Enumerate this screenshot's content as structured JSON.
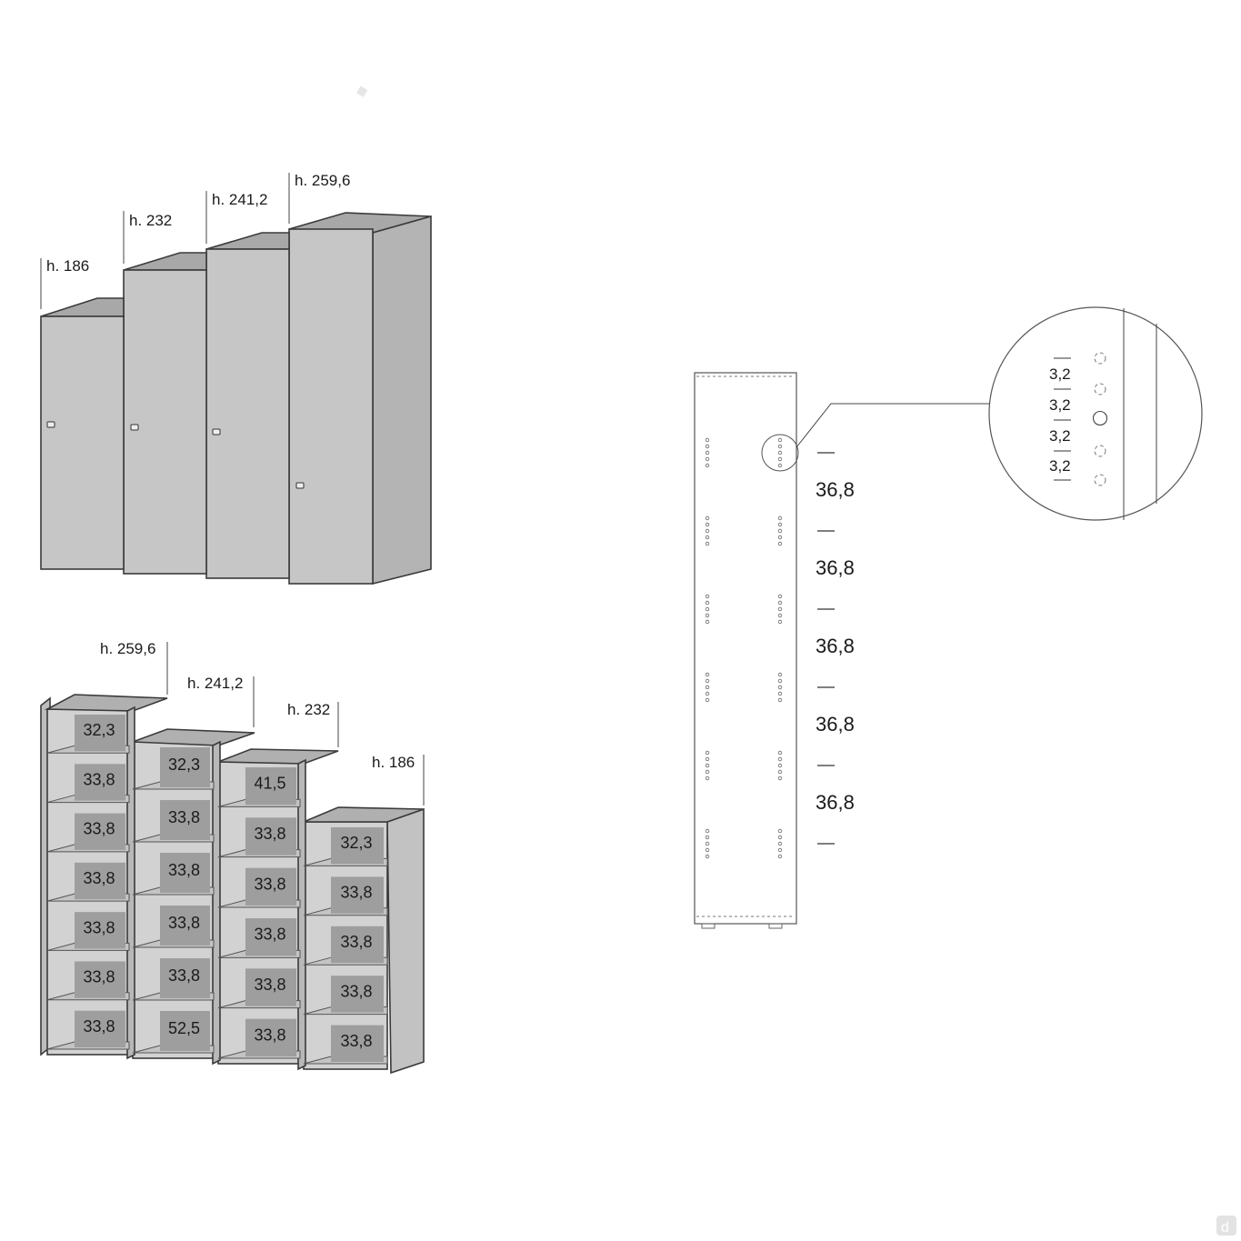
{
  "wardrobes": {
    "heights": [
      "h. 186",
      "h. 232",
      "h. 241,2",
      "h. 259,6"
    ]
  },
  "bookcases": {
    "heights": [
      "h. 259,6",
      "h. 241,2",
      "h. 232",
      "h. 186"
    ],
    "columns": [
      [
        "32,3",
        "33,8",
        "33,8",
        "33,8",
        "33,8",
        "33,8",
        "33,8"
      ],
      [
        "32,3",
        "33,8",
        "33,8",
        "33,8",
        "33,8",
        "52,5"
      ],
      [
        "41,5",
        "33,8",
        "33,8",
        "33,8",
        "33,8",
        "33,8"
      ],
      [
        "32,3",
        "33,8",
        "33,8",
        "33,8",
        "33,8"
      ]
    ]
  },
  "side_panel": {
    "spacings": [
      "36,8",
      "36,8",
      "36,8",
      "36,8",
      "36,8"
    ],
    "detail_pitches": [
      "3,2",
      "3,2",
      "3,2",
      "3,2"
    ]
  },
  "watermark": {
    "letter": "d"
  }
}
